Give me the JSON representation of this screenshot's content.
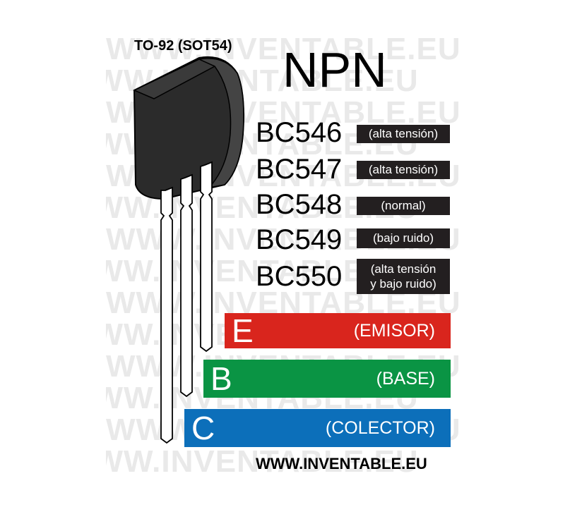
{
  "watermark": "WWW.INVENTABLE.EU",
  "package_label": "TO-92 (SOT54)",
  "title": "NPN",
  "models": [
    {
      "name": "BC546",
      "tag_lines": [
        "(alta tensión)"
      ]
    },
    {
      "name": "BC547",
      "tag_lines": [
        "(alta tensión)"
      ]
    },
    {
      "name": "BC548",
      "tag_lines": [
        "(normal)"
      ]
    },
    {
      "name": "BC549",
      "tag_lines": [
        "(bajo ruido)"
      ]
    },
    {
      "name": "BC550",
      "tag_lines": [
        "(alta tensión",
        "y bajo ruido)"
      ]
    }
  ],
  "pins": [
    {
      "letter": "E",
      "name": "(EMISOR)",
      "color": "#d9251d"
    },
    {
      "letter": "B",
      "name": "(BASE)",
      "color": "#0a9444"
    },
    {
      "letter": "C",
      "name": "(COLECTOR)",
      "color": "#0c6fba"
    }
  ],
  "footer": "WWW.INVENTABLE.EU",
  "colors": {
    "body": "#2b2b2b",
    "tag_bg": "#231f20",
    "watermark": "#e9e9e9"
  }
}
